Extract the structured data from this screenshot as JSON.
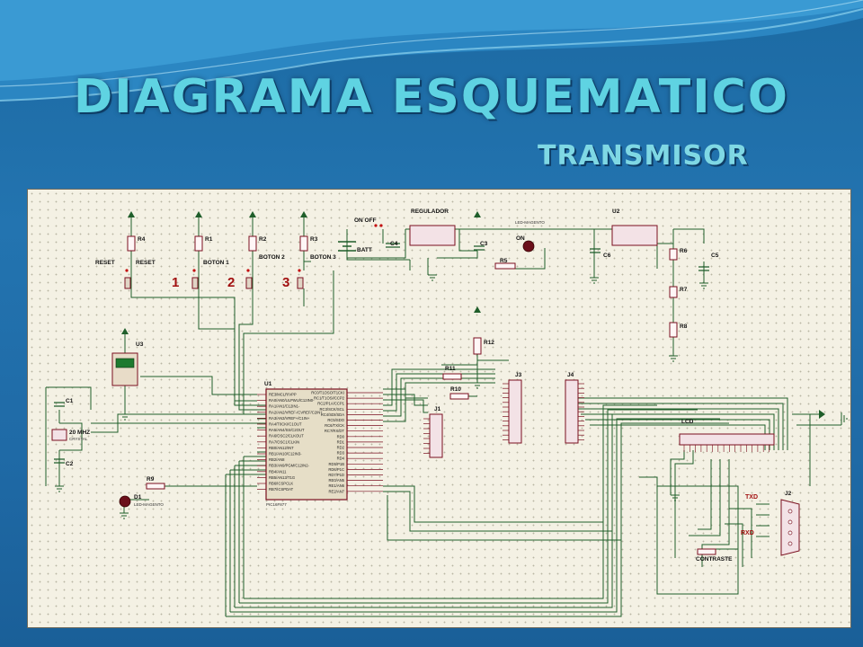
{
  "title": "DIAGRAMA ESQUEMATICO",
  "subtitle": "TRANSMISOR",
  "components": {
    "r4": "R4",
    "r1": "R1",
    "r2": "R2",
    "r3": "R3",
    "reset1": "RESET",
    "reset2": "RESET",
    "boton1": "BOTON 1",
    "boton2": "BOTON 2",
    "boton3": "BOTON 3",
    "num1": "1",
    "num2": "2",
    "num3": "3",
    "onoff": "ON OFF",
    "batt": "BATT",
    "c4": "C4",
    "regulador": "REGULADOR",
    "c3": "C3",
    "r5": "R5",
    "on": "ON",
    "led_top": "LED-MAGENTO",
    "u2": "U2",
    "c6": "C6",
    "r6": "R6",
    "c5": "C5",
    "r7": "R7",
    "r8": "R8",
    "u3": "U3",
    "r12": "R12",
    "r11": "R11",
    "r10": "R10",
    "j3": "J3",
    "j4": "J4",
    "j1": "J1",
    "c1": "C1",
    "c2": "C2",
    "crystal": "20 MHZ",
    "crystal_sub": "CRYSTAL",
    "u1": "U1",
    "u1_part": "PIC16F877",
    "r9": "R9",
    "d1": "D1",
    "d1_part": "LED-MAGENTO",
    "lcd": "LCD",
    "j2": "J2",
    "txd": "TXD",
    "rxd": "RXD",
    "contraste": "CONTRASTE"
  },
  "u1_left_pins": [
    "RE3/MCLR/VPP",
    "RA0/AN0/ULPWU/C12IN0-",
    "RA1/AN1/C12IN1-",
    "RA2/AN2/VREF-/CVREF/C2IN+",
    "RA3/AN3/VREF+/C1IN+",
    "RA4/T0CKI/C1OUT",
    "RA5/AN4/SS/C2OUT",
    "RA6/OSC2/CLKOUT",
    "RA7/OSC1/CLKIN",
    "RB0/AN12/INT",
    "RB1/AN10/C12IN3-",
    "RB2/AN8",
    "RB3/AN9/PGM/C12IN2-",
    "RB4/AN11",
    "RB5/AN13/T1G",
    "RB6/ICSPCLK",
    "RB7/ICSPDAT"
  ],
  "u1_right_pins": [
    "RC0/T1OSO/T1CKI",
    "RC1/T1OSI/CCP2",
    "RC2/P1A/CCP1",
    "RC3/SCK/SCL",
    "RC4/SDI/SDA",
    "RC5/SDO",
    "RC6/TX/CK",
    "RC7/RX/DT",
    "RD0",
    "RD1",
    "RD2",
    "RD3",
    "RD4",
    "RD5/P1B",
    "RD6/P1C",
    "RD7/P1D",
    "RE0/AN5",
    "RE1/AN6",
    "RE2/AN7"
  ]
}
